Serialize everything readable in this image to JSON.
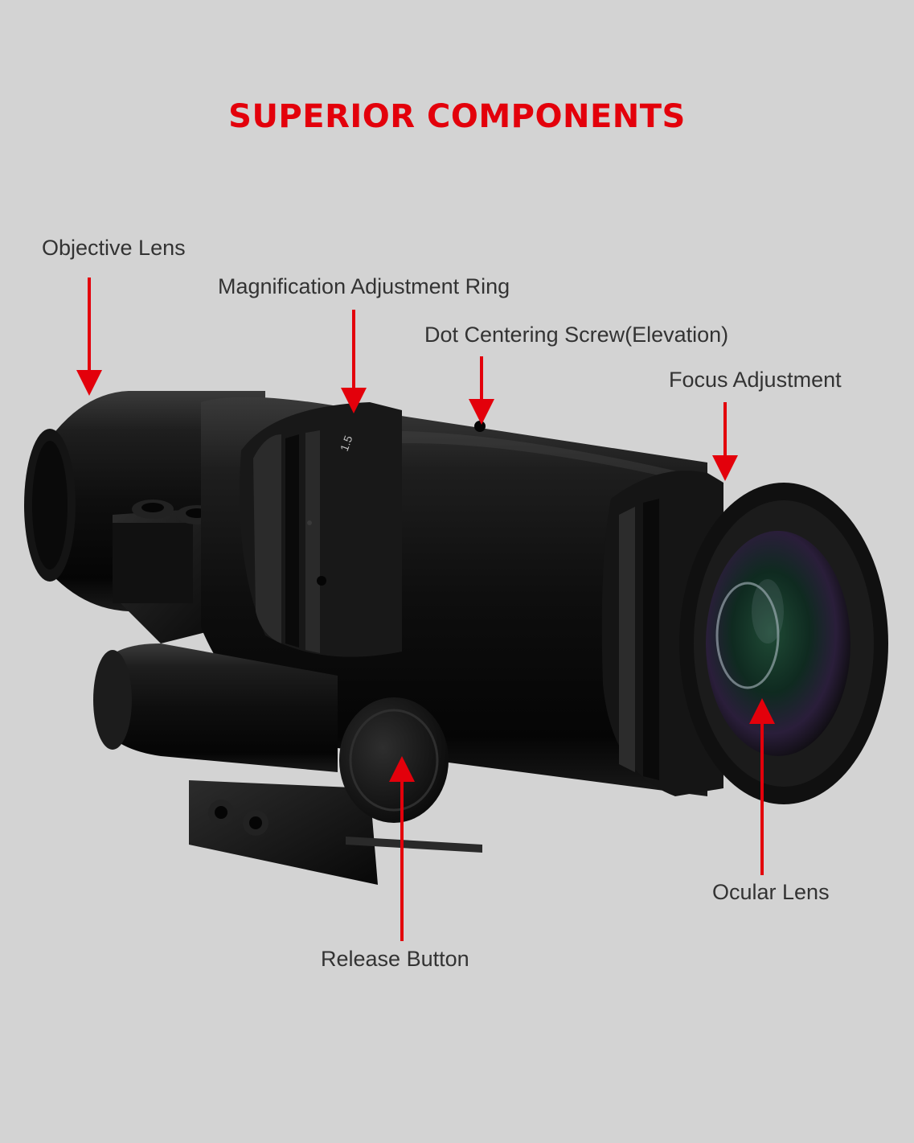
{
  "title": "SUPERIOR COMPONENTS",
  "labels": {
    "objective_lens": "Objective Lens",
    "magnification_ring": "Magnification Adjustment Ring",
    "dot_centering_screw": "Dot Centering Screw(Elevation)",
    "focus_adjustment": "Focus Adjustment",
    "ocular_lens": "Ocular Lens",
    "release_button": "Release Button"
  },
  "ring_marking": "1.5",
  "colors": {
    "background": "#d3d3d3",
    "accent": "#e3000b",
    "label_text": "#333333",
    "body": "#151515"
  },
  "icons": [
    "arrow-down-icon",
    "arrow-up-icon",
    "magnifier-scope-illustration"
  ]
}
